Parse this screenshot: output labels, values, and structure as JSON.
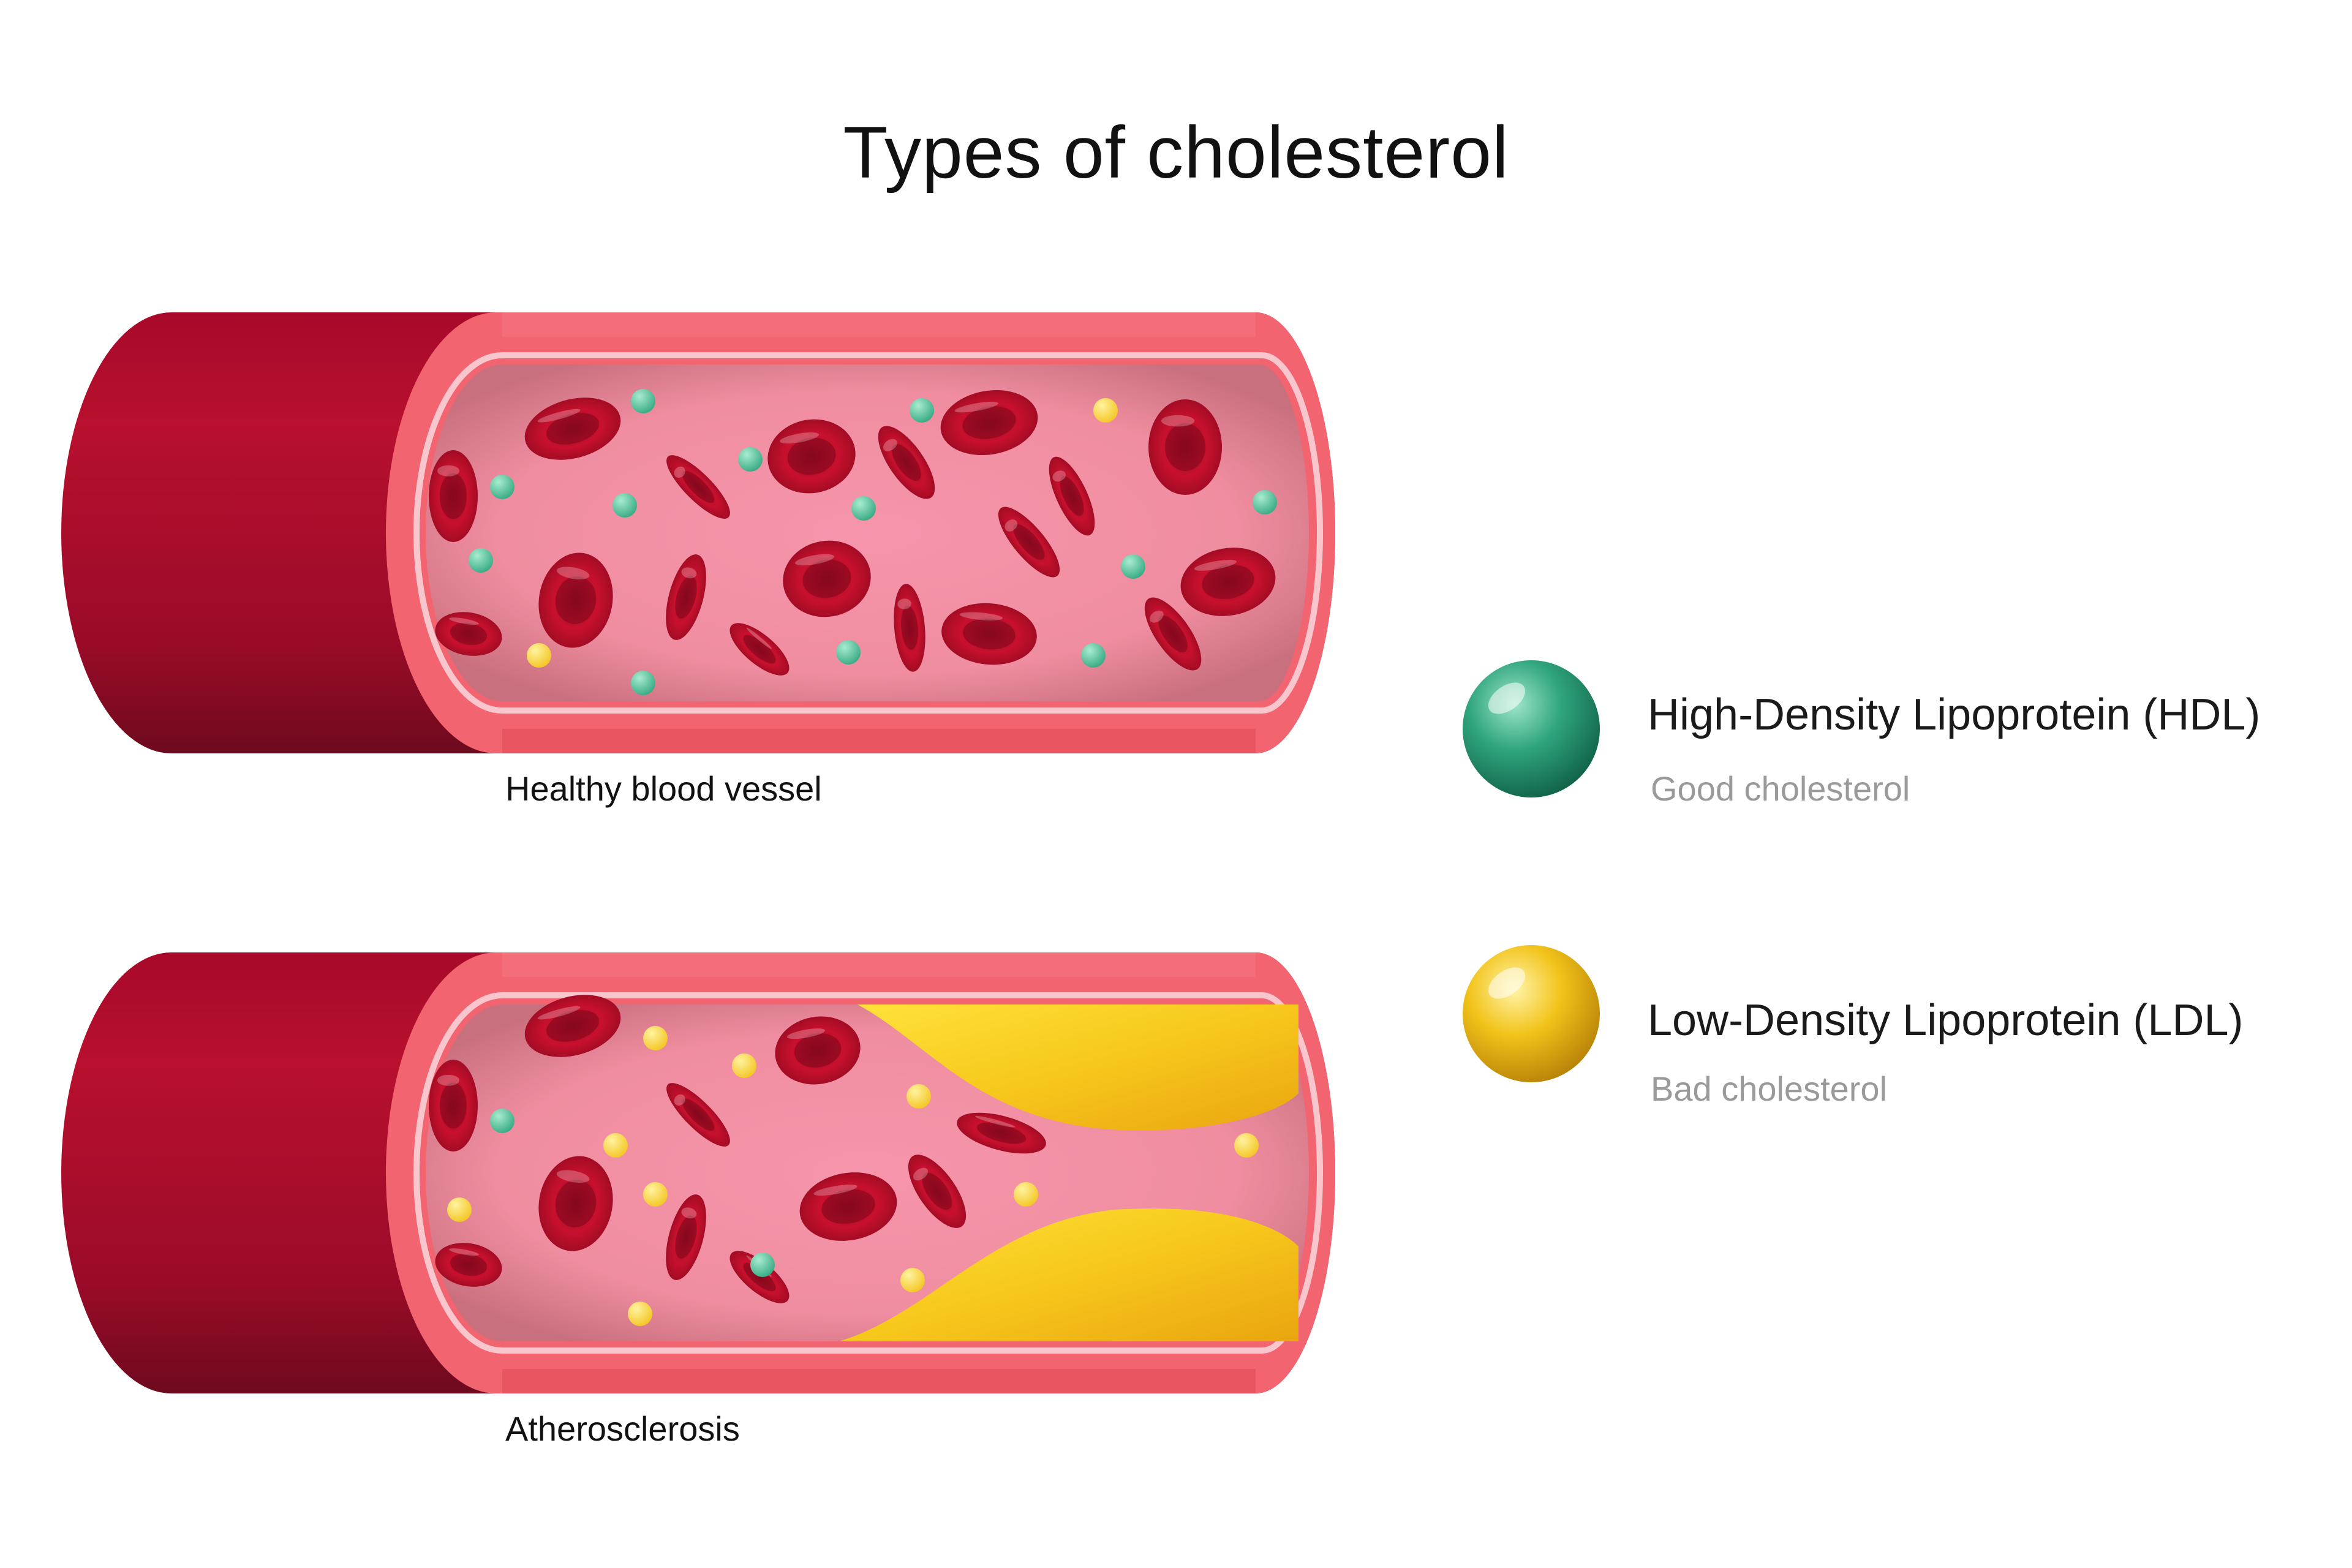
{
  "title": "Types of cholesterol",
  "vessels": [
    {
      "caption": "Healthy blood vessel",
      "plaque": false
    },
    {
      "caption": "Atherosclerosis",
      "plaque": true
    }
  ],
  "legend": [
    {
      "label": "High-Density Lipoprotein (HDL)",
      "description": "Good cholesterol",
      "color": "#2fa57e"
    },
    {
      "label": "Low-Density Lipoprotein (LDL)",
      "description": "Bad cholesterol",
      "color": "#f2c31a"
    }
  ],
  "colors": {
    "vessel_outer": "#b8102e",
    "vessel_wall": "#f26470",
    "lumen": "#f08da0",
    "red_blood_cell": "#c8102e",
    "hdl": "#2fa57e",
    "ldl": "#f2c31a",
    "plaque": "#f7c81c"
  }
}
